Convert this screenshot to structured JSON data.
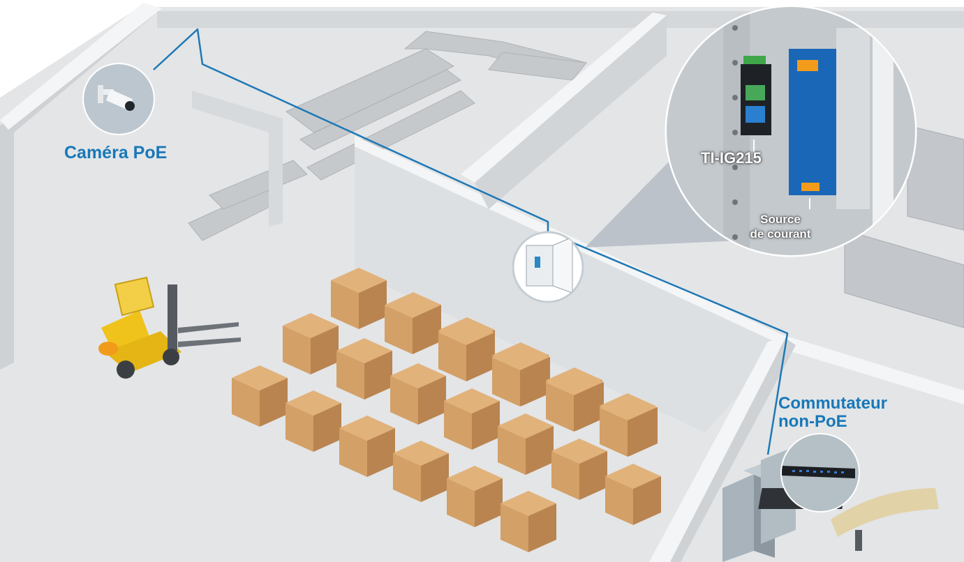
{
  "labels": {
    "camera": "Caméra PoE",
    "injector_model": "TI-IG215",
    "power_line1": "Source",
    "power_line2": "de courant",
    "switch_line1": "Commutateur",
    "switch_line2": "non-PoE"
  },
  "icons": {
    "camera": "poe-camera-icon",
    "cabinet": "enclosure-cabinet-icon",
    "switch": "network-switch-icon",
    "forklift": "forklift-icon",
    "box": "cardboard-box-icon"
  },
  "colors": {
    "cable": "#1e78b5",
    "label": "#1878b8",
    "floor": "#e3e5e7",
    "wall_top": "#f4f5f6",
    "wall_side": "#cfd2d5",
    "box": "#d3a067",
    "box_top": "#e2b27b",
    "box_side": "#b9844f",
    "forklift": "#f0c21c"
  }
}
